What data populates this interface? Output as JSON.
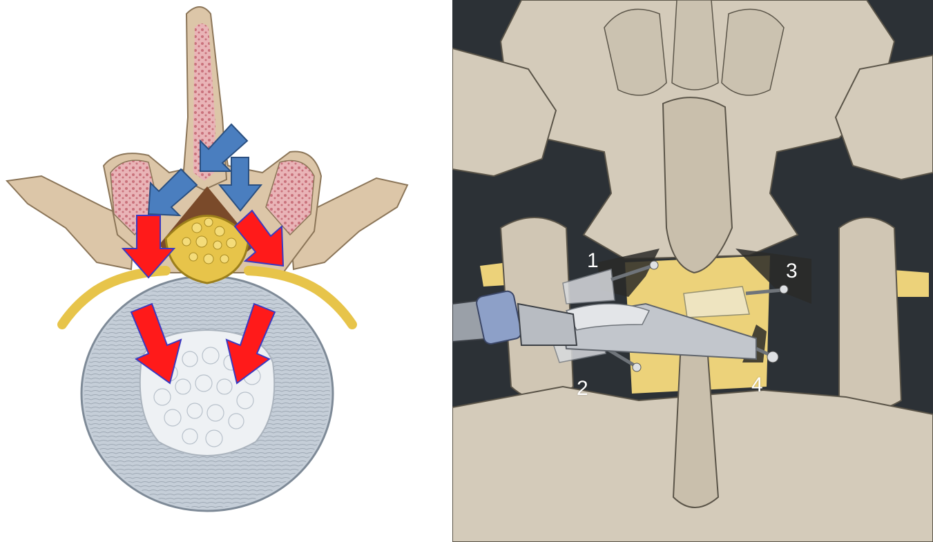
{
  "left_figure": {
    "arrow_colors": {
      "primary": "#ff0000",
      "secondary": "#4a7ebf"
    },
    "bone_color": "#d9c3a4",
    "marrow_color": "#c97a84",
    "nerve_color": "#e3c23e",
    "disc_color": "#b8c2cc"
  },
  "right_figure": {
    "background_color": "#2c3136",
    "bone_color": "#cdc3b1",
    "ligament_color": "#ecd27a",
    "instrument_color": "#b8bcc2",
    "ring_color": "#8da0c8",
    "labels": [
      "1",
      "2",
      "3",
      "4"
    ]
  }
}
